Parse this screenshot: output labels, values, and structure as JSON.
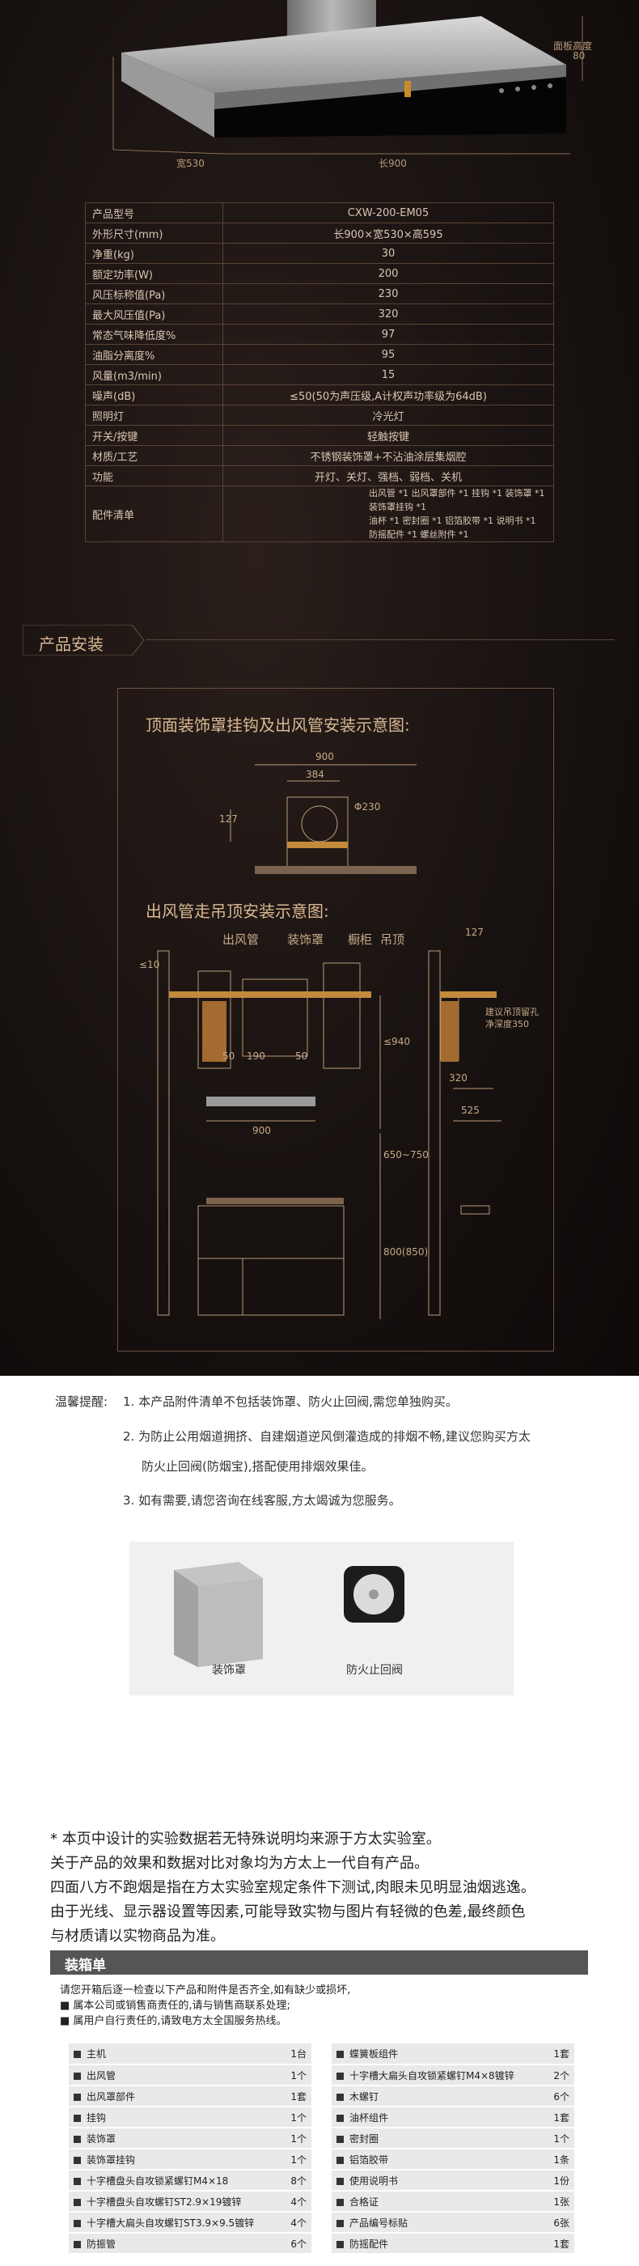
{
  "hood": {
    "height_label": "面板高度",
    "height_value": "80",
    "width_label": "宽530",
    "length_label": "长900"
  },
  "spec": {
    "rows": [
      {
        "k": "产品型号",
        "v": "CXW-200-EM05"
      },
      {
        "k": "外形尺寸(mm)",
        "v": "长900×宽530×高595"
      },
      {
        "k": "净重(kg)",
        "v": "30"
      },
      {
        "k": "额定功率(W)",
        "v": "200"
      },
      {
        "k": "风压标称值(Pa)",
        "v": "230"
      },
      {
        "k": "最大风压值(Pa)",
        "v": "320"
      },
      {
        "k": "常态气味降低度%",
        "v": "97"
      },
      {
        "k": "油脂分离度%",
        "v": "95"
      },
      {
        "k": "风量(m3/min)",
        "v": "15"
      },
      {
        "k": "噪声(dB)",
        "v": "≤50(50为声压级,A计权声功率级为64dB)"
      },
      {
        "k": "照明灯",
        "v": "冷光灯"
      },
      {
        "k": "开关/按键",
        "v": "轻触按键"
      },
      {
        "k": "材质/工艺",
        "v": "不锈钢装饰罩+不沾油涂层集烟腔"
      },
      {
        "k": "功能",
        "v": "开灯、关灯、强档、弱档、关机"
      }
    ],
    "acc_key": "配件清单",
    "acc_line1": "出风管 *1  出风罩部件 *1  挂钩 *1  装饰罩 *1  装饰罩挂钩 *1",
    "acc_line2": "油杯 *1  密封圈 *1  铝箔胶带 *1  说明书 *1  防摇配件 *1  螺丝附件 *1"
  },
  "install": {
    "heading": "产品安装",
    "diagram1_title": "顶面装饰罩挂钩及出风管安装示意图:",
    "d1_900": "900",
    "d1_384": "384",
    "d1_127": "127",
    "d1_phi": "Φ230",
    "diagram2_title": "出风管走吊顶安装示意图:",
    "d2_labels": {
      "duct": "出风管",
      "cover": "装饰罩",
      "cabinet": "橱柜",
      "ceiling": "吊顶"
    },
    "d2_127": "127",
    "d2_suggest1": "建议吊顶留孔",
    "d2_suggest2": "净深度350",
    "d2_50a": "50",
    "d2_190": "190",
    "d2_50b": "50",
    "d2_320": "320",
    "d2_525": "525",
    "d2_900": "900",
    "d2_le940": "≤940",
    "d2_range": "650~750",
    "d2_floor": "800(850)",
    "d2_le10": "≤10"
  },
  "reminder": {
    "label": "温馨提醒:",
    "item1": "1. 本产品附件清单不包括装饰罩、防火止回阀,需您单独购买。",
    "item2a": "2. 为防止公用烟道拥挤、自建烟道逆风倒灌造成的排烟不畅,建议您购买方太",
    "item2b": "防火止回阀(防烟宝),搭配使用排烟效果佳。",
    "item3": "3. 如有需要,请您咨询在线客服,方太竭诚为您服务。",
    "acc1": "装饰罩",
    "acc2": "防火止回阀"
  },
  "disclaimer": {
    "lines": [
      "*  本页中设计的实验数据若无特殊说明均来源于方太实验室。",
      "   关于产品的效果和数据对比对象均为方太上一代自有产品。",
      "   四面八方不跑烟是指在方太实验室规定条件下测试,肉眼未见明显油烟逃逸。",
      "   由于光线、显示器设置等因素,可能导致实物与图片有轻微的色差,最终颜色",
      "   与材质请以实物商品为准。"
    ]
  },
  "packing": {
    "heading": "装箱单",
    "note1": "请您开箱后逐一检查以下产品和附件是否齐全,如有缺少或损坏,",
    "note2": "■ 属本公司或销售商责任的,请与销售商联系处理;",
    "note3": "■ 属用户自行责任的,请致电方太全国服务热线。",
    "left": [
      {
        "n": "主机",
        "q": "1台"
      },
      {
        "n": "出风管",
        "q": "1个"
      },
      {
        "n": "出风罩部件",
        "q": "1套"
      },
      {
        "n": "挂钩",
        "q": "1个"
      },
      {
        "n": "装饰罩",
        "q": "1个"
      },
      {
        "n": "装饰罩挂钩",
        "q": "1个"
      },
      {
        "n": "十字槽盘头自攻锁紧螺钉M4×18",
        "q": "8个"
      },
      {
        "n": "十字槽盘头自攻螺钉ST2.9×19镀锌",
        "q": "4个"
      },
      {
        "n": "十字槽大扁头自攻螺钉ST3.9×9.5镀锌",
        "q": "4个"
      },
      {
        "n": "防振管",
        "q": "6个"
      }
    ],
    "right": [
      {
        "n": "蝶簧板组件",
        "q": "1套"
      },
      {
        "n": "十字槽大扁头自攻锁紧螺钉M4×8镀锌",
        "q": "2个"
      },
      {
        "n": "木螺钉",
        "q": "6个"
      },
      {
        "n": "油杯组件",
        "q": "1套"
      },
      {
        "n": "密封圈",
        "q": "1个"
      },
      {
        "n": "铝箔胶带",
        "q": "1条"
      },
      {
        "n": "使用说明书",
        "q": "1份"
      },
      {
        "n": "合格证",
        "q": "1张"
      },
      {
        "n": "产品编号标贴",
        "q": "6张"
      },
      {
        "n": "防摇配件",
        "q": "1套"
      }
    ]
  }
}
